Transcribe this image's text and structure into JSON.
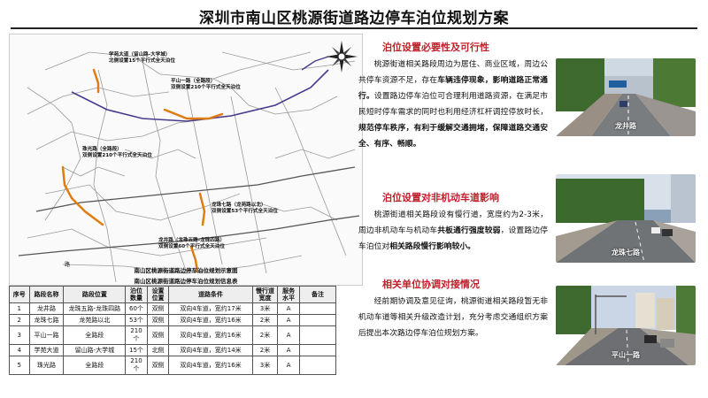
{
  "title": "深圳市南山区桃源街道路边停车泊位规划方案",
  "map": {
    "labels": [
      {
        "l1": "学苑大道（留山路-大学城）",
        "l2": "北侧设置15个平行式全天泊位"
      },
      {
        "l1": "平山一路（全路段）",
        "l2": "双侧设置210个平行式全天泊位"
      },
      {
        "l1": "珠光路（全路段）",
        "l2": "双侧设置210个平行式全天泊位"
      },
      {
        "l1": "龙珠七路（龙苑路以北）",
        "l2": "双侧设置53个平行式全天泊位"
      },
      {
        "l1": "龙井路（龙珠五路-龙珠四路）",
        "l2": "双侧设置60个平行式全天泊位"
      }
    ],
    "road_label": "路",
    "caption1": "南山区桃源街道路边停车泊位规划示意图",
    "caption2": "南山区桃源街道路边停车泊位规划信息表"
  },
  "table": {
    "headers": [
      "序号",
      "路段名称",
      "路段位置",
      "泊位数量",
      "设置位置",
      "道路条件",
      "慢行道宽度",
      "服务水平",
      "备注"
    ],
    "rows": [
      [
        "1",
        "龙井路",
        "龙珠五路-龙珠四路",
        "60个",
        "双侧",
        "双向4车道，宽约17米",
        "3米",
        "A",
        ""
      ],
      [
        "2",
        "龙珠七路",
        "龙苑路以北",
        "53个",
        "双侧",
        "双向4车道，宽约16米",
        "2米",
        "A",
        ""
      ],
      [
        "3",
        "平山一路",
        "全路段",
        "210个",
        "双侧",
        "双向4车道，宽约16米",
        "2米",
        "A",
        ""
      ],
      [
        "4",
        "学苑大道",
        "留山路-大学城",
        "15个",
        "北侧",
        "双向4车道，宽约14米",
        "2米",
        "A",
        ""
      ],
      [
        "5",
        "珠光路",
        "全路段",
        "210个",
        "双侧",
        "双向4车道，宽约16米",
        "3米",
        "A",
        ""
      ]
    ]
  },
  "sections": [
    {
      "title": "泊位设置必要性及可行性",
      "p1": "桃源街道相关路段周边为居住、商业区域，周边公共停车资源不足，存在",
      "b1": "车辆违停现象，影响道路正常通行。",
      "p2": "设置路边停车泊位可合理利用道路资源，在满足市民短时停车需求的同时也利用经济杠杆调控停放时长，",
      "b2": "规范停车秩序，有利于缓解交通拥堵，保障道路交通安全、有序、畅顺。",
      "photo_label": "龙井路"
    },
    {
      "title": "泊位设置对非机动车道影响",
      "p1": "桃源街道相关路段设有慢行道，宽度约为2-3米，周边非机动车与机动车",
      "b1": "共板通行强度较弱",
      "p2": "，设置路边停车泊位对",
      "b2": "相关路段慢行影响较小。",
      "photo_label": "龙珠七路"
    },
    {
      "title": "相关单位协调对接情况",
      "p1": "经前期协调及意见征询，桃源街道相关路段暂无非机动车道等相关升级改造计划，充分考虑交通组织方案后提出本次路边停车泊位规划方案。",
      "photo_label": "平山一路"
    }
  ],
  "colors": {
    "accent": "#c0202a",
    "parking_road": "#e07d12",
    "purple_road": "#4b3a8c"
  }
}
